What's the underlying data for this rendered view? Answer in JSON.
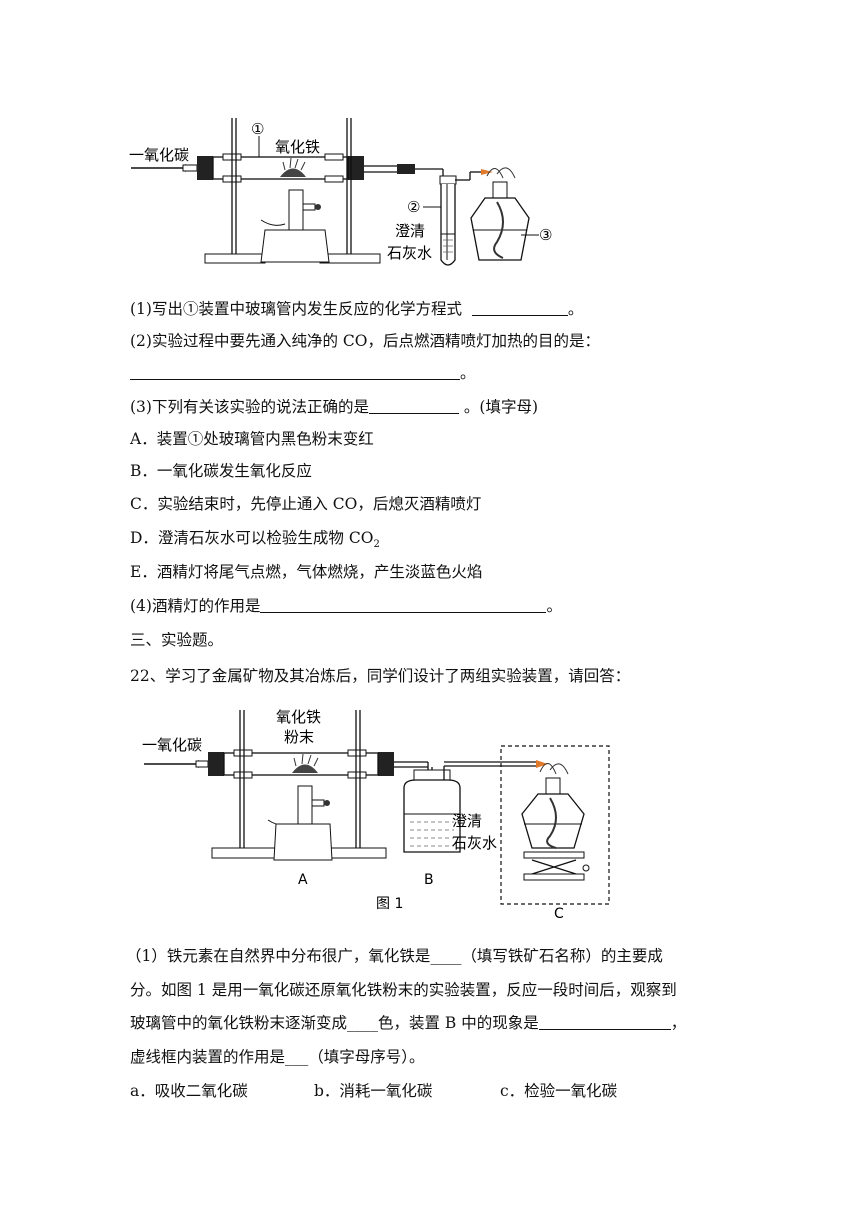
{
  "figure1": {
    "gas_label": "一氧化碳",
    "sample_label": "氧化铁",
    "num1": "①",
    "num2": "②",
    "num3": "③",
    "limewater_line1": "澄清",
    "limewater_line2": "石灰水"
  },
  "q21": {
    "p1_text": "(1)写出①装置中玻璃管内发生反应的化学方程式",
    "p1_end": "。",
    "p2_text": "(2)实验过程中要先通入纯净的  CO，后点燃酒精喷灯加热的目的是：",
    "p2_end": "。",
    "p3_text": "(3)下列有关该实验的说法正确的是",
    "p3_end": " 。(填字母)",
    "options": [
      "A．装置①处玻璃管内黑色粉末变红",
      "B．一氧化碳发生氧化反应",
      "C．实验结束时，先停止通入  CO，后熄灭酒精喷灯",
      "D．澄清石灰水可以检验生成物  CO",
      "E．酒精灯将尾气点燃，气体燃烧，产生淡蓝色火焰"
    ],
    "option_d_sub": "2",
    "p4_text": "(4)酒精灯的作用是",
    "p4_end": "。"
  },
  "section_title": "三、实验题。",
  "q22": {
    "intro": "22、学习了金属矿物及其冶炼后，同学们设计了两组实验装置，请回答：",
    "figure": {
      "gas_label": "一氧化碳",
      "sample_line1": "氧化铁",
      "sample_line2": "粉末",
      "limewater_line1": "澄清",
      "limewater_line2": "石灰水",
      "label_a": "A",
      "label_b": "B",
      "label_c": "C",
      "caption": "图 1"
    },
    "para_l1": "（1）铁元素在自然界中分布很广，氧化铁是____（填写铁矿石名称）的主要成",
    "para_l2": "分。如图 1 是用一氧化碳还原氧化铁粉末的实验装置，反应一段时间后，观察到",
    "para_l3a": "玻璃管中的氧化铁粉末逐渐变成____色，装置 B 中的现象是",
    "para_l3b": "，",
    "para_l4": "虚线框内装置的作用是___（填字母序号）。",
    "choices": [
      "a．吸收二氧化碳",
      "b．消耗一氧化碳",
      "c．检验一氧化碳"
    ]
  }
}
